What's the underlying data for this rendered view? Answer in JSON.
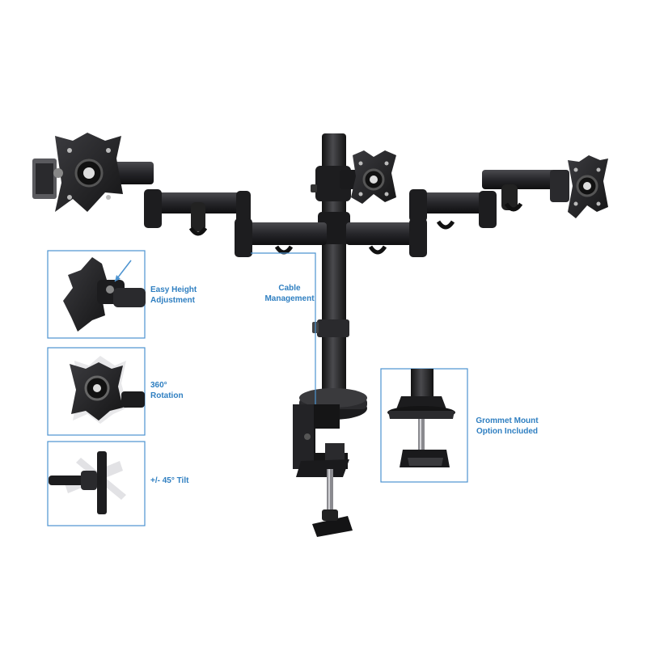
{
  "colors": {
    "accent_blue": "#2f7fc1",
    "frame_blue": "#4c93d0",
    "metal_dark": "#1c1c1e",
    "metal_mid": "#3a3a3d",
    "highlight": "#6b6b70",
    "background": "#ffffff"
  },
  "callouts": {
    "cable": {
      "line1": "Cable",
      "line2": "Management"
    },
    "height": {
      "line1": "Easy Height",
      "line2": "Adjustment"
    },
    "rotation": {
      "line1": "360°",
      "line2": "Rotation"
    },
    "tilt": {
      "line1": "+/- 45° Tilt"
    },
    "grommet": {
      "line1": "Grommet Mount",
      "line2": "Option Included"
    }
  }
}
